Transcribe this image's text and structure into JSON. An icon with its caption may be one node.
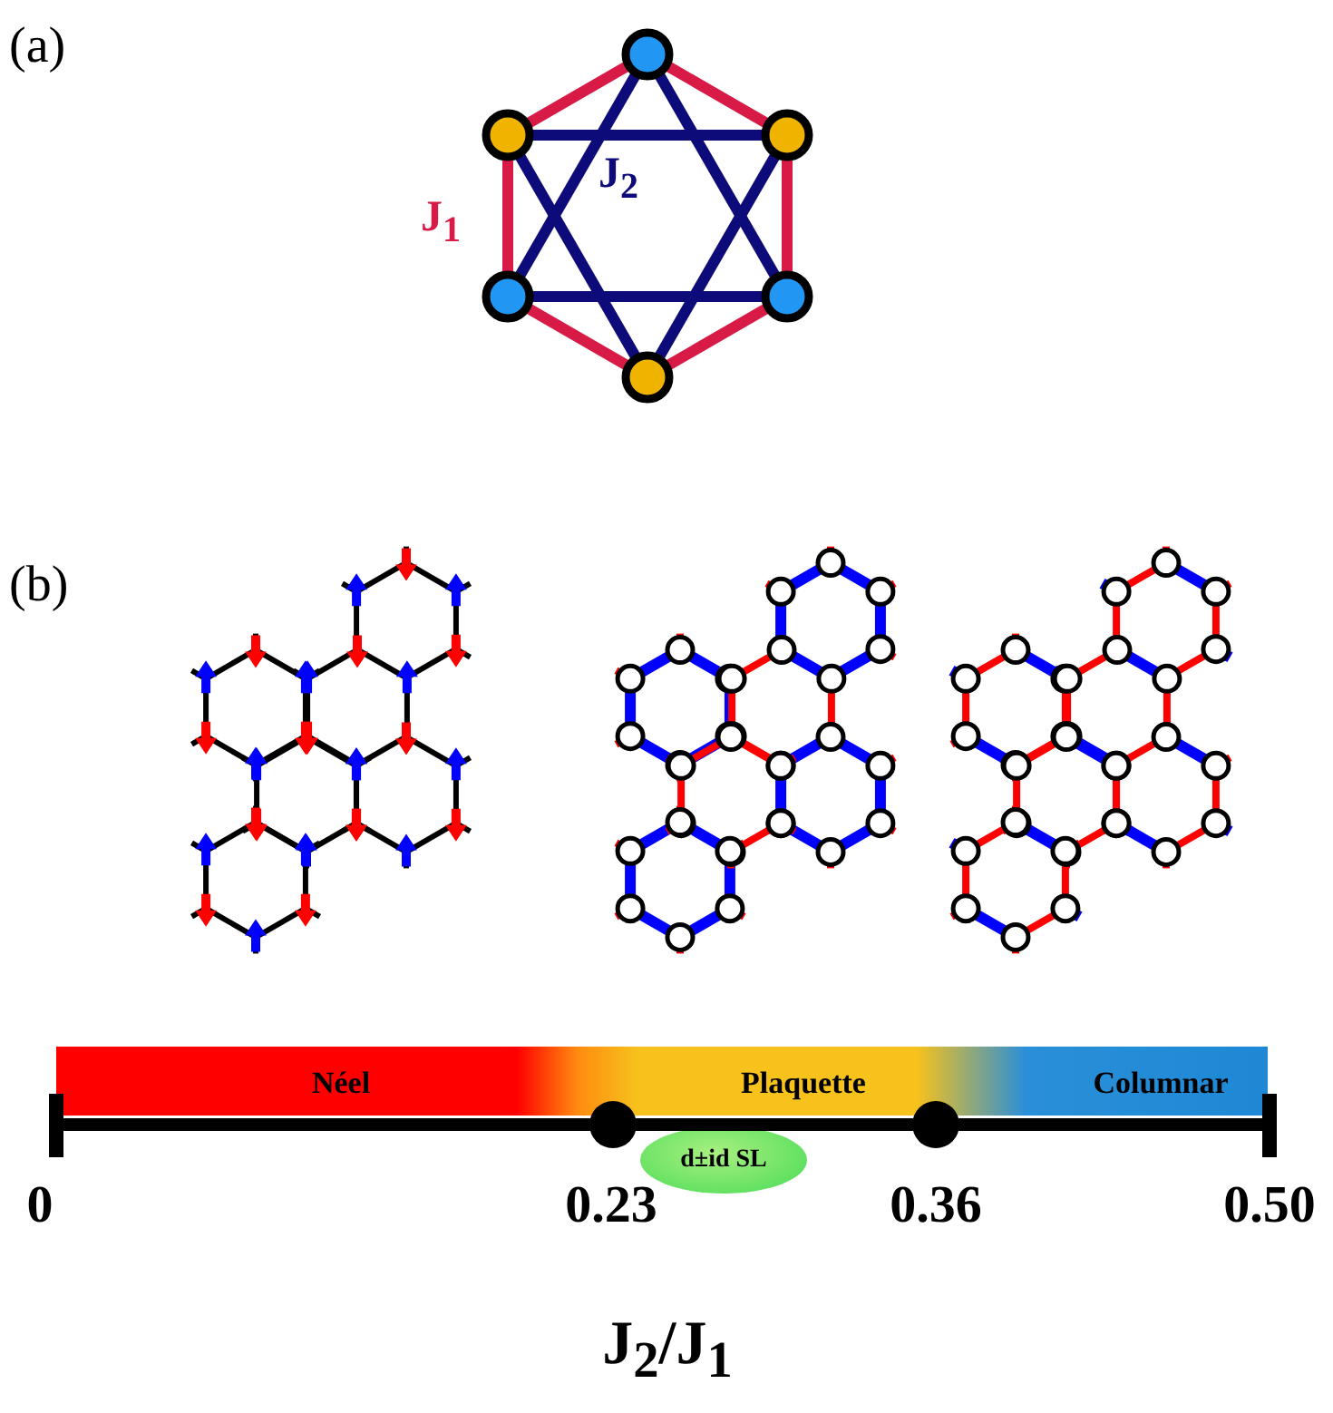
{
  "diagram": {
    "nodes": [
      {
        "text": [
          "Néel",
          "Plaquette",
          "Columnar"
        ]
      },
      {
        "text": [
          "d±id SL"
        ]
      }
    ],
    "labels": [
      "(a)",
      "J$_{1}$",
      "J$_{2}$",
      "(b)",
      "0",
      "0.23",
      "0.36",
      "0.50",
      "J$_{2}$/J$_{1}$"
    ]
  }
}
